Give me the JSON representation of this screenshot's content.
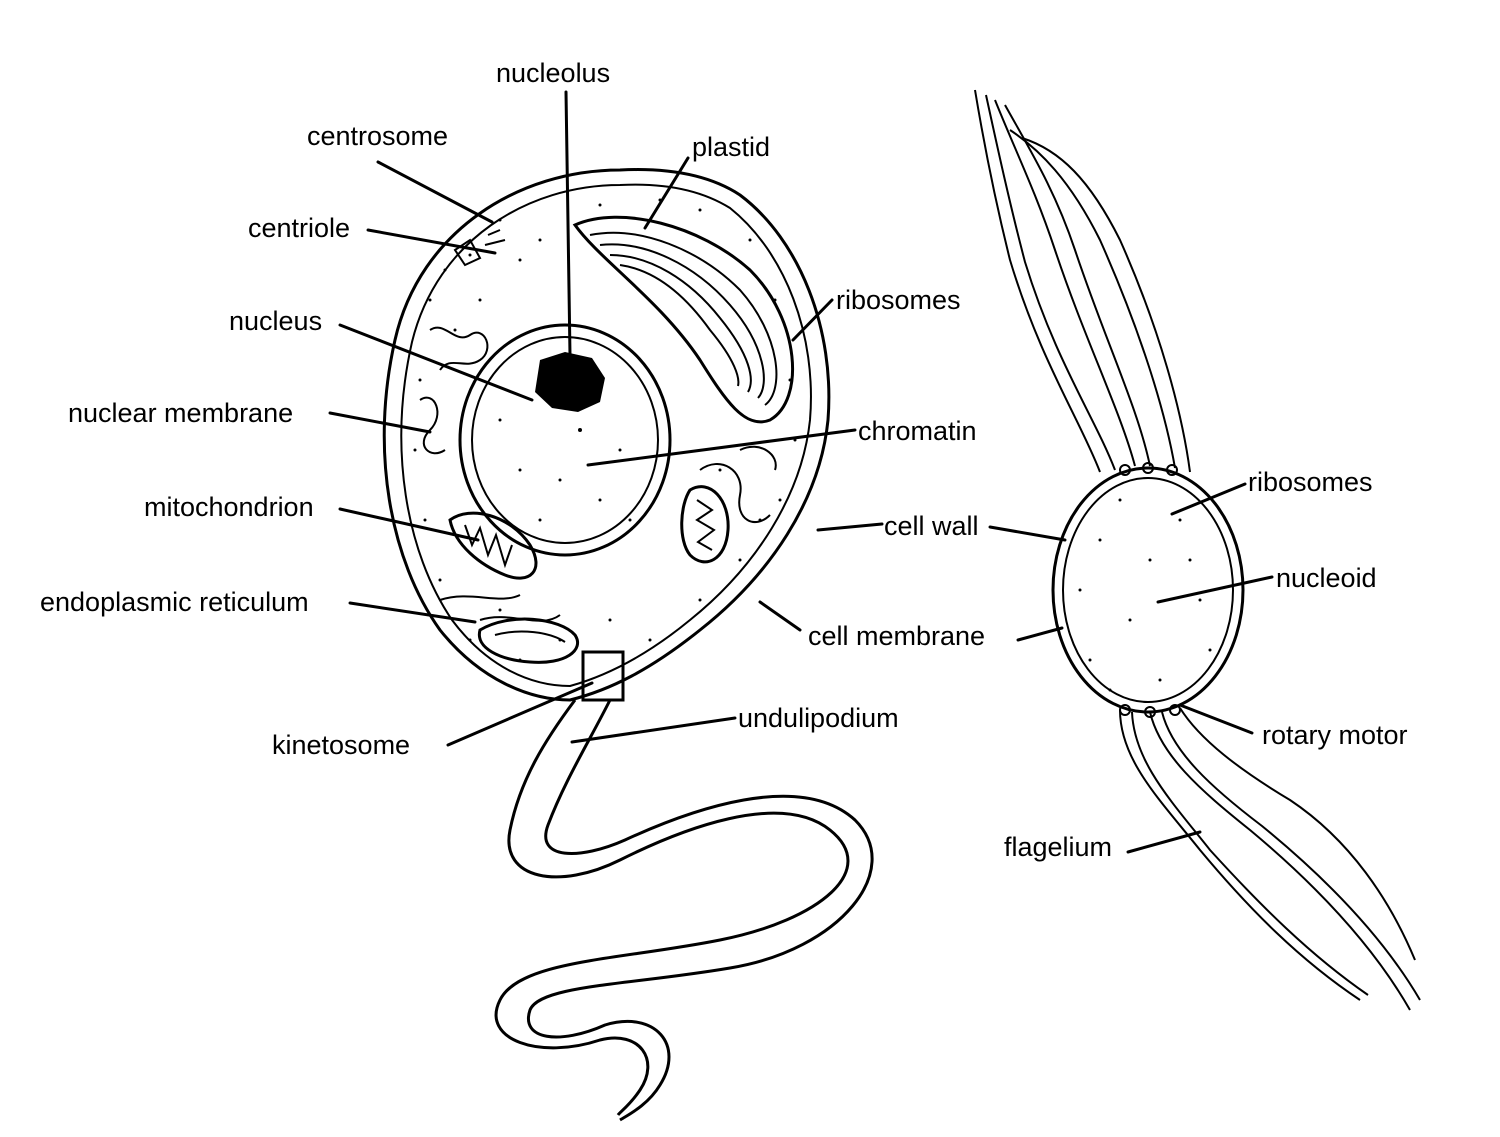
{
  "diagram": {
    "eukaryote_labels": {
      "nucleolus": "nucleolus",
      "centrosome": "centrosome",
      "plastid": "plastid",
      "centriole": "centriole",
      "ribosomes": "ribosomes",
      "nucleus": "nucleus",
      "nuclear_membrane": "nuclear membrane",
      "chromatin": "chromatin",
      "mitochondrion": "mitochondrion",
      "cell_wall": "cell wall",
      "endoplasmic_reticulum": "endoplasmic reticulum",
      "cell_membrane": "cell membrane",
      "kinetosome": "kinetosome",
      "undulipodium": "undulipodium"
    },
    "prokaryote_labels": {
      "ribosomes": "ribosomes",
      "nucleoid": "nucleoid",
      "rotary_motor": "rotary motor",
      "flagellum": "flagelium"
    }
  }
}
